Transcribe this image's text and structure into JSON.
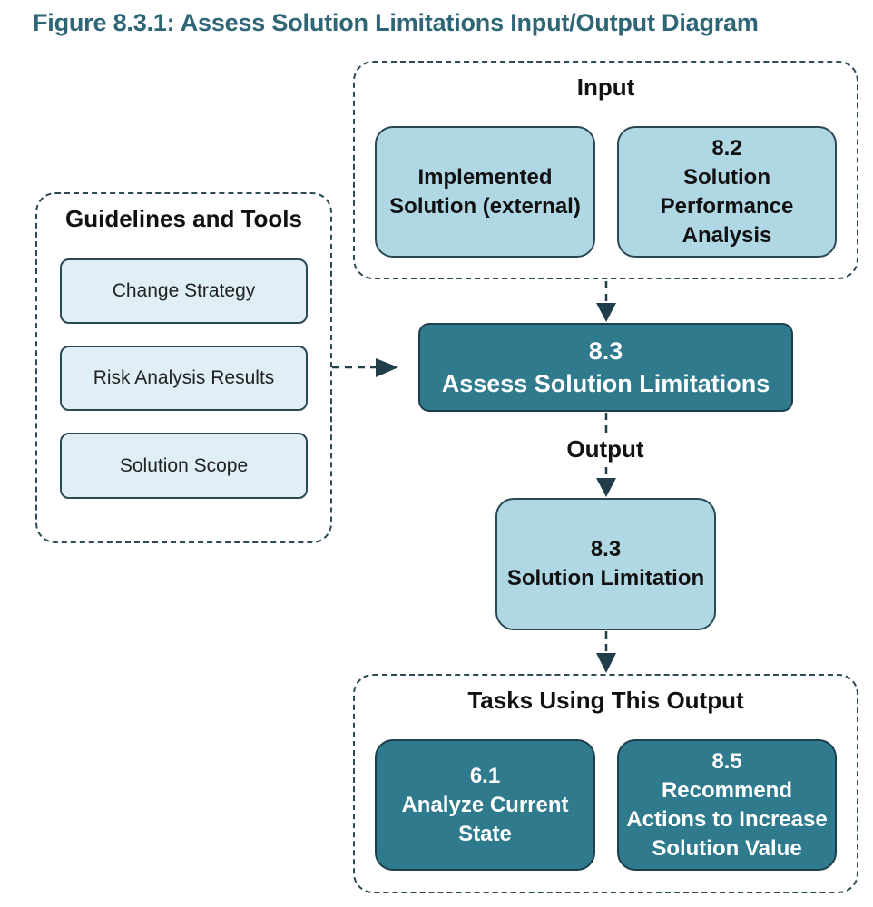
{
  "title": "Figure 8.3.1: Assess Solution Limitations Input/Output Diagram",
  "input": {
    "label": "Input",
    "items": [
      {
        "lines": [
          "Implemented",
          "Solution (external)"
        ]
      },
      {
        "lines": [
          "8.2",
          "Solution",
          "Performance",
          "Analysis"
        ]
      }
    ]
  },
  "guidelines": {
    "label": "Guidelines and Tools",
    "items": [
      "Change Strategy",
      "Risk Analysis Results",
      "Solution Scope"
    ]
  },
  "task": {
    "number": "8.3",
    "name": "Assess Solution Limitations"
  },
  "output": {
    "label": "Output",
    "item": {
      "number": "8.3",
      "name": "Solution Limitation"
    }
  },
  "tasks_using": {
    "label": "Tasks Using This Output",
    "items": [
      {
        "lines": [
          "6.1",
          "Analyze Current",
          "State"
        ]
      },
      {
        "lines": [
          "8.5",
          "Recommend",
          "Actions to Increase",
          "Solution Value"
        ]
      }
    ]
  },
  "colors": {
    "title": "#2e6676",
    "light_box": "#b0d7e4",
    "pale_box": "#dfeff5",
    "dark_box": "#2f7a8d",
    "connector": "#1f3e49"
  }
}
